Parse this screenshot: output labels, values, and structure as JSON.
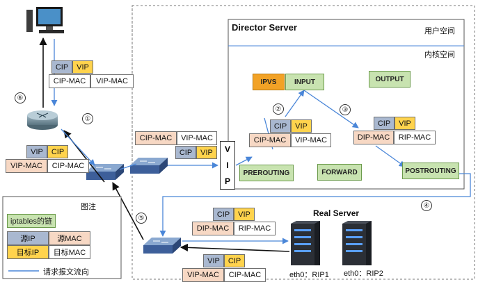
{
  "director": {
    "title": "Director Server",
    "user_space": "用户空间",
    "kernel_space": "内核空间"
  },
  "chains": {
    "ipvs": "IPVS",
    "input": "INPUT",
    "output": "OUTPUT",
    "prerouting": "PREROUTING",
    "forward": "FORWARD",
    "postrouting": "POSTROUTING"
  },
  "vip_box": [
    "V",
    "I",
    "P"
  ],
  "steps": {
    "s1": "①",
    "s2": "②",
    "s3": "③",
    "s4": "④",
    "s5": "⑤",
    "s6": "⑥"
  },
  "real_server": {
    "title": "Real Server",
    "server1_label": "eth0：RIP1",
    "server2_label": "eth0：RIP2"
  },
  "packets": {
    "top_client": {
      "ip1": "CIP",
      "ip2": "VIP",
      "mac1": "CIP-MAC",
      "mac2": "VIP-MAC"
    },
    "router_out": {
      "ip1": "VIP",
      "ip2": "CIP",
      "mac1": "VIP-MAC",
      "mac2": "CIP-MAC"
    },
    "to_director": {
      "mac1": "CIP-MAC",
      "mac2": "VIP-MAC",
      "ip1": "CIP",
      "ip2": "VIP"
    },
    "step2": {
      "ip1": "CIP",
      "ip2": "VIP",
      "mac1": "CIP-MAC",
      "mac2": "VIP-MAC"
    },
    "step3": {
      "ip1": "CIP",
      "ip2": "VIP",
      "mac1": "DIP-MAC",
      "mac2": "RIP-MAC"
    },
    "to_real": {
      "ip1": "CIP",
      "ip2": "VIP",
      "mac1": "DIP-MAC",
      "mac2": "RIP-MAC"
    },
    "from_real": {
      "ip1": "VIP",
      "ip2": "CIP",
      "mac1": "VIP-MAC",
      "mac2": "CIP-MAC"
    }
  },
  "legend": {
    "title": "图注",
    "chain_item": "iptables的链",
    "src_ip": "源IP",
    "src_mac": "源MAC",
    "dst_ip": "目标IP",
    "dst_mac": "目标MAC",
    "flow": "请求报文流向"
  }
}
